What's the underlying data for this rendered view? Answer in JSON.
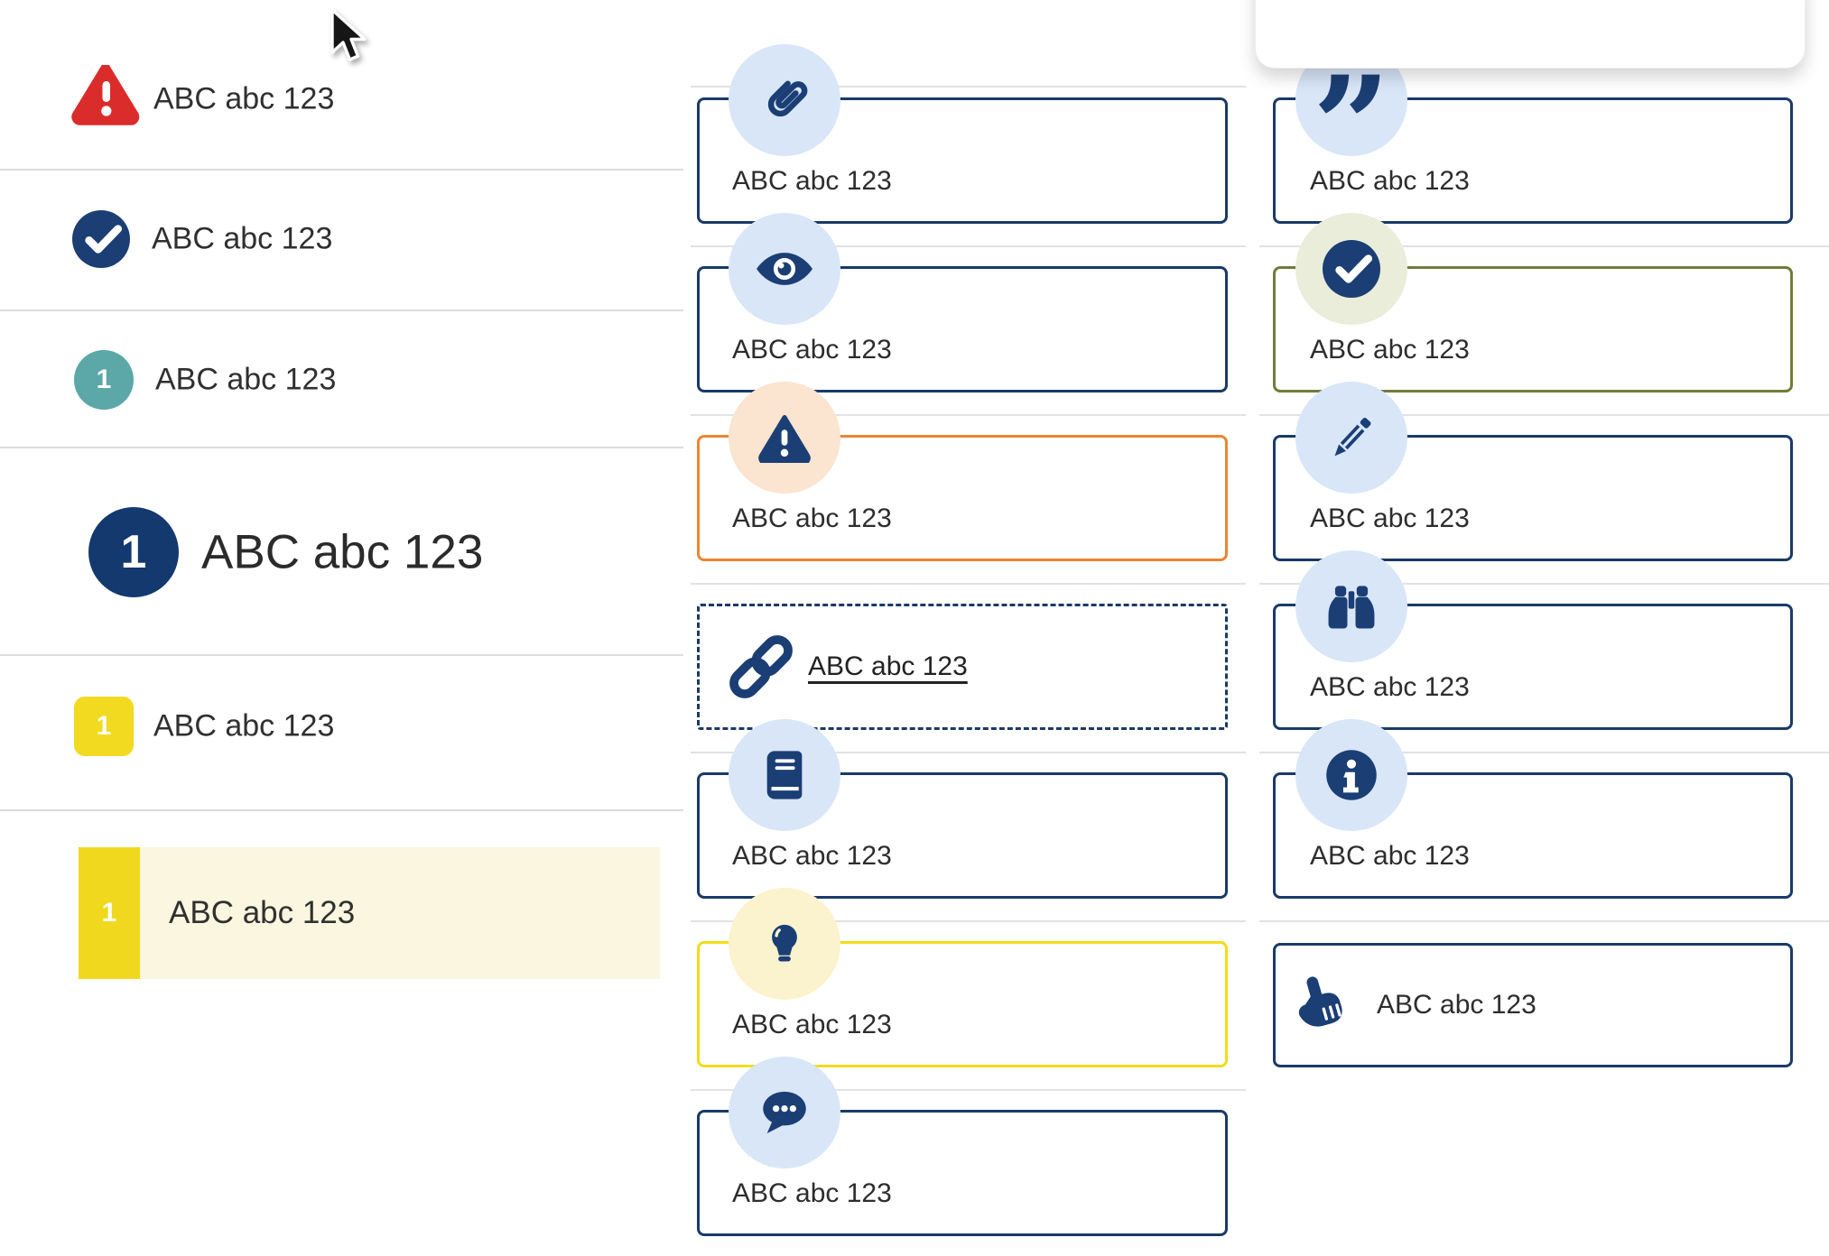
{
  "colors": {
    "navy": "#1a3a68",
    "icon_navy": "#1b3e75",
    "badge_blue": "#d8e6f8",
    "badge_peach": "#fbe4d0",
    "badge_sage": "#e9edda",
    "badge_pale_yellow": "#faf3cd",
    "border_orange": "#ec8531",
    "border_olive": "#707d3b",
    "border_yellow": "#f2dc1c",
    "alert_red": "#da2c2a",
    "teal": "#5ca7a7",
    "yellow_square": "#f0d81e",
    "highlight_row_bg": "#fbf6df",
    "divider_gray": "#dcdcdc",
    "text": "#2d2d2d"
  },
  "left_list": {
    "items": [
      {
        "icon": "alert-triangle-icon",
        "label": "ABC abc 123",
        "style": "warning"
      },
      {
        "icon": "check-circle-icon",
        "label": "ABC abc 123",
        "style": "success"
      },
      {
        "icon": "number-circle-teal-icon",
        "number": "1",
        "label": "ABC abc 123",
        "style": "numbered"
      },
      {
        "icon": "number-circle-navy-icon",
        "number": "1",
        "label": "ABC abc 123",
        "style": "heading"
      },
      {
        "icon": "number-square-yellow-icon",
        "number": "1",
        "label": "ABC abc 123",
        "style": "numbered"
      },
      {
        "icon": "number-bar-yellow-icon",
        "number": "1",
        "label": "ABC abc 123",
        "style": "highlighted"
      }
    ]
  },
  "middle_callouts": [
    {
      "icon": "paperclip-icon",
      "label": "ABC abc 123",
      "style": "default-navy"
    },
    {
      "icon": "eye-icon",
      "label": "ABC abc 123",
      "style": "default-navy"
    },
    {
      "icon": "alert-triangle-icon",
      "label": "ABC abc 123",
      "style": "warning-orange"
    },
    {
      "icon": "link-icon",
      "label": "ABC abc 123",
      "style": "dashed-link"
    },
    {
      "icon": "book-icon",
      "label": "ABC abc 123",
      "style": "default-navy"
    },
    {
      "icon": "lightbulb-icon",
      "label": "ABC abc 123",
      "style": "tip-yellow"
    },
    {
      "icon": "chat-bubble-icon",
      "label": "ABC abc 123",
      "style": "default-navy"
    }
  ],
  "right_callouts": [
    {
      "icon": "quote-icon",
      "label": "ABC abc 123",
      "style": "default-navy",
      "quote_glyph": "”"
    },
    {
      "icon": "check-circle-icon",
      "label": "ABC abc 123",
      "style": "success-olive"
    },
    {
      "icon": "pencil-icon",
      "label": "ABC abc 123",
      "style": "default-navy"
    },
    {
      "icon": "binoculars-icon",
      "label": "ABC abc 123",
      "style": "default-navy"
    },
    {
      "icon": "info-circle-icon",
      "label": "ABC abc 123",
      "style": "default-navy"
    },
    {
      "icon": "hand-point-up-icon",
      "label": "ABC abc 123",
      "style": "inline-icon"
    }
  ]
}
